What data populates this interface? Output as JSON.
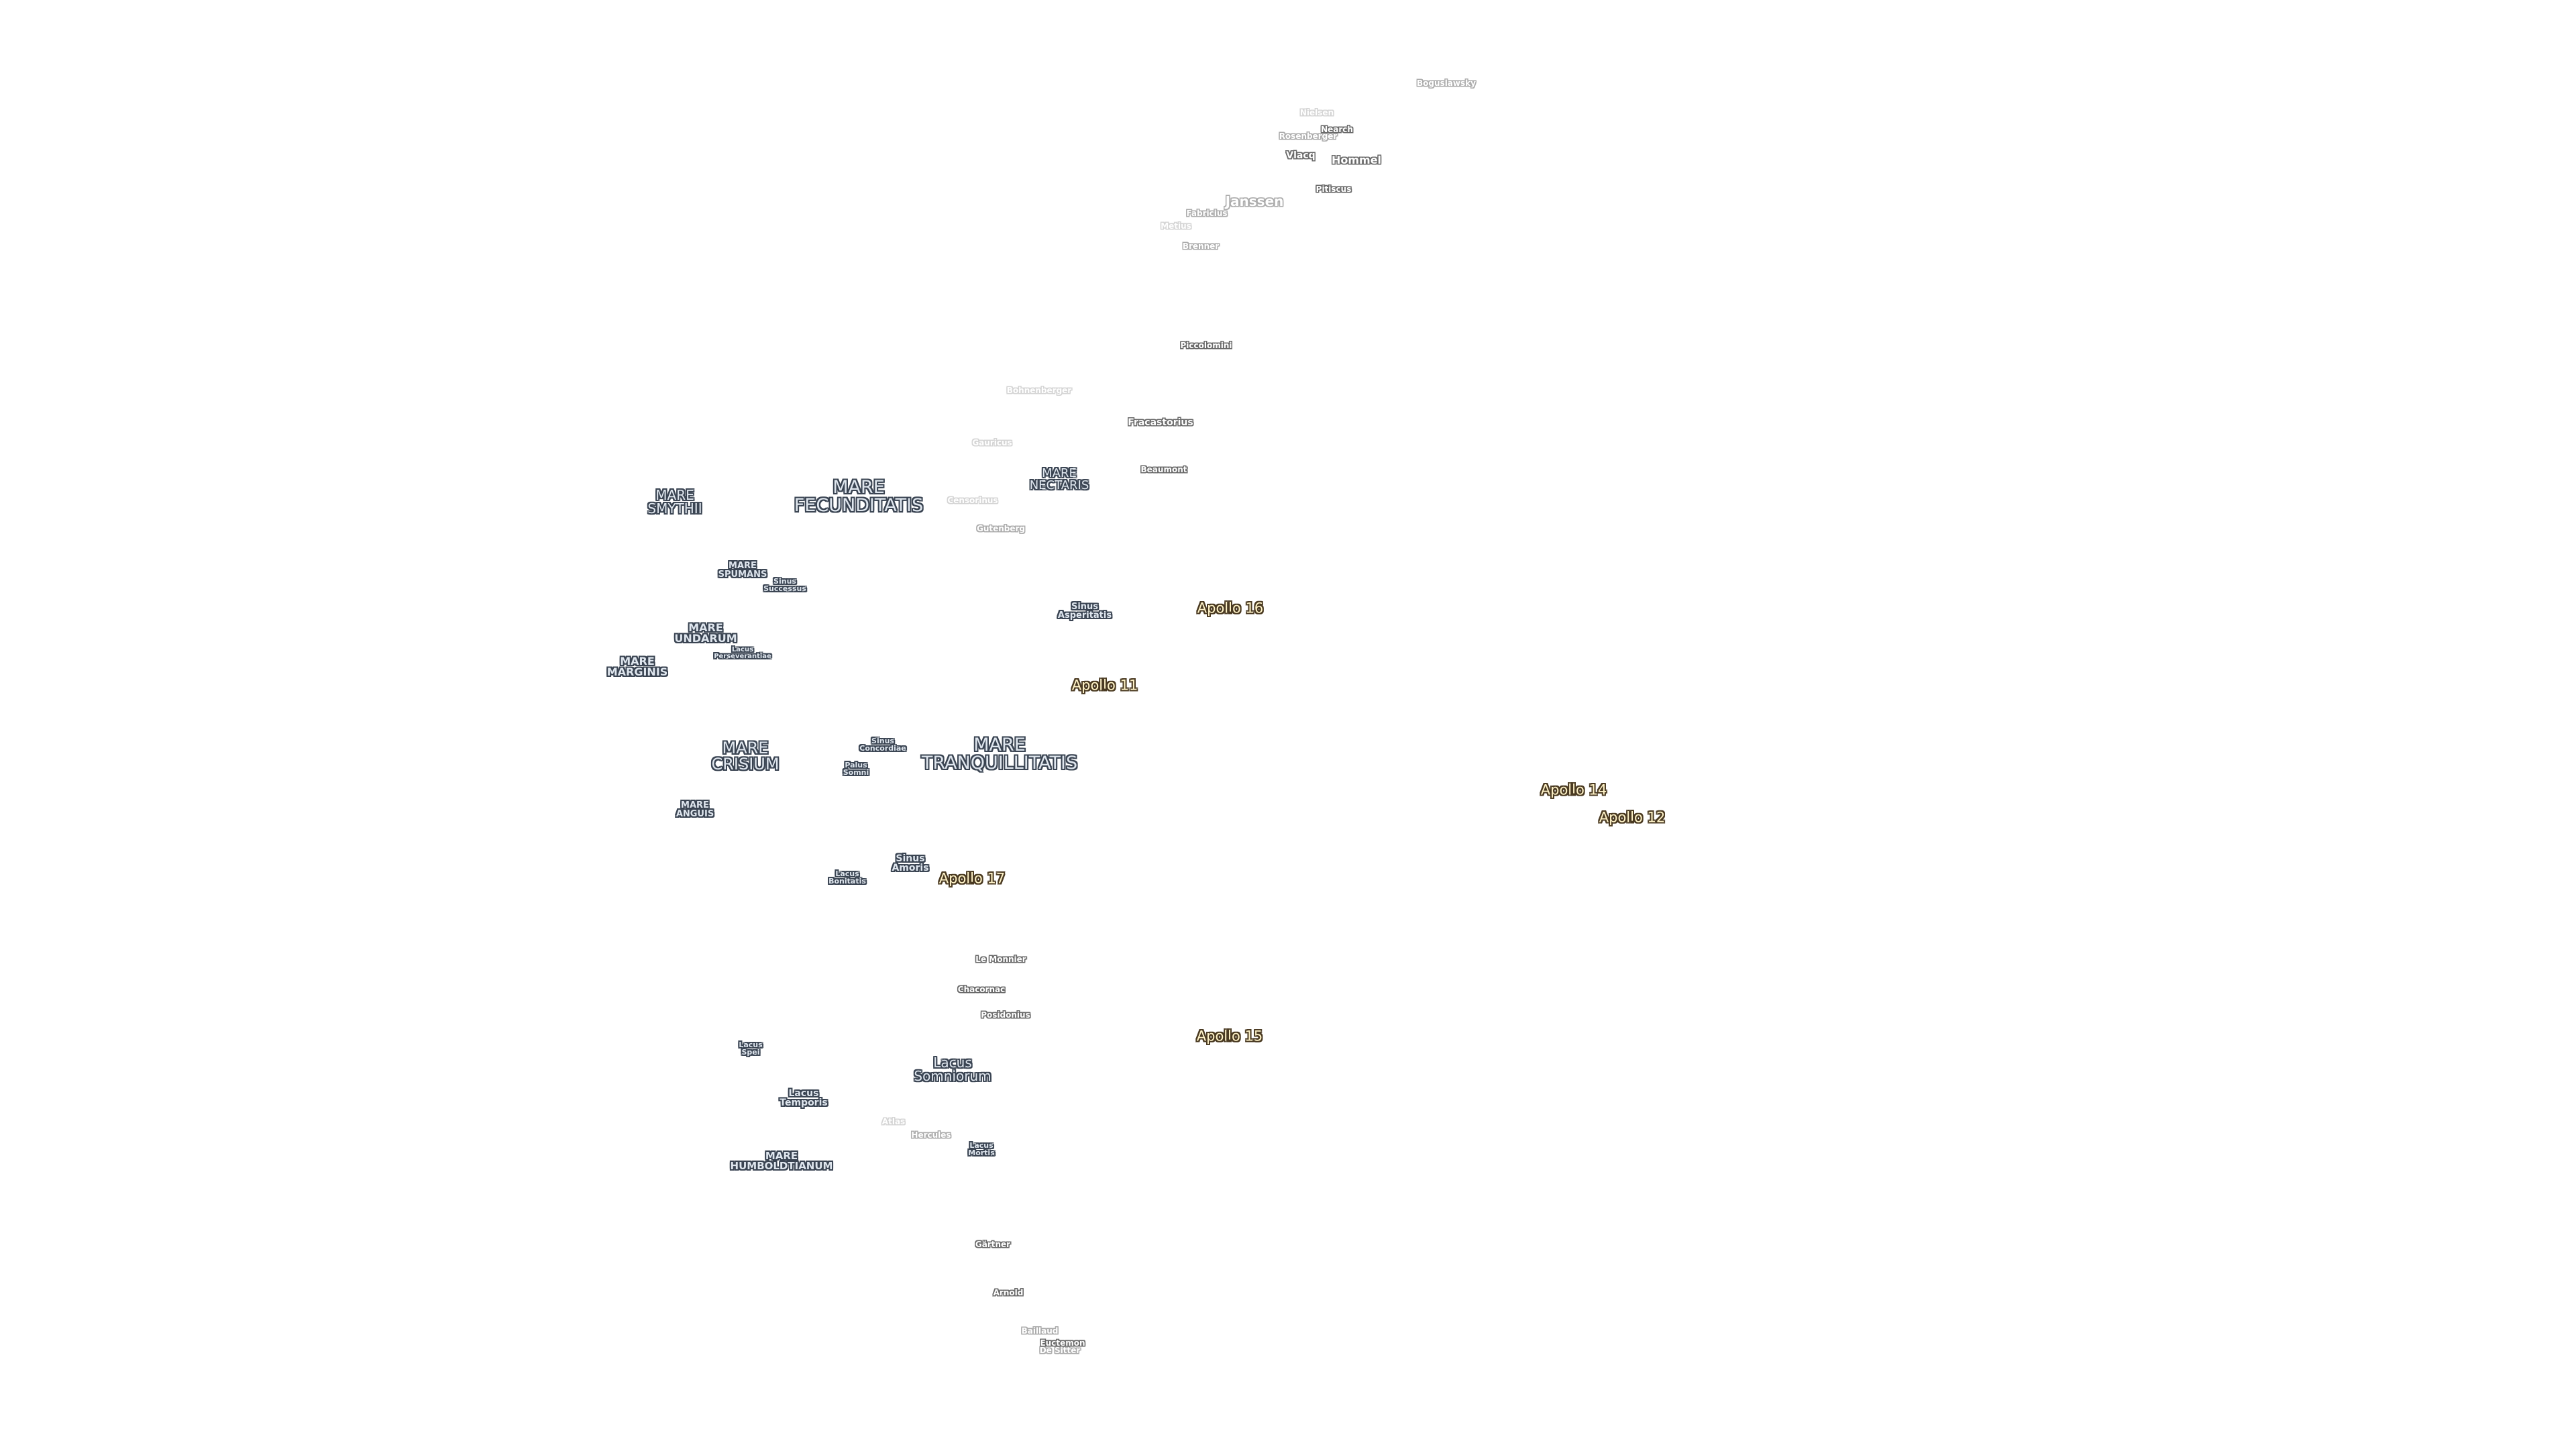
{
  "map": {
    "maria": [
      {
        "id": "mare-fecunditatis",
        "lines": [
          "MARE",
          "FECUNDITATIS"
        ]
      },
      {
        "id": "mare-smythii",
        "lines": [
          "MARE",
          "SMYTHII"
        ]
      },
      {
        "id": "mare-nectaris",
        "lines": [
          "MARE",
          "NECTARIS"
        ]
      },
      {
        "id": "mare-spumans",
        "lines": [
          "MARE",
          "SPUMANS"
        ]
      },
      {
        "id": "sinus-successus",
        "lines": [
          "Sinus",
          "Successus"
        ]
      },
      {
        "id": "mare-undarum",
        "lines": [
          "MARE",
          "UNDARUM"
        ]
      },
      {
        "id": "lacus-perseverantiae",
        "lines": [
          "Lacus",
          "Perseverantiae"
        ]
      },
      {
        "id": "mare-marginis",
        "lines": [
          "MARE",
          "MARGINIS"
        ]
      },
      {
        "id": "sinus-asperitatis",
        "lines": [
          "Sinus",
          "Asperitatis"
        ]
      },
      {
        "id": "mare-crisium",
        "lines": [
          "MARE",
          "CRISIUM"
        ]
      },
      {
        "id": "sinus-concordiae",
        "lines": [
          "Sinus",
          "Concordiae"
        ]
      },
      {
        "id": "palus-somni",
        "lines": [
          "Palus",
          "Somni"
        ]
      },
      {
        "id": "mare-tranquillitatis",
        "lines": [
          "MARE",
          "TRANQUILLITATIS"
        ]
      },
      {
        "id": "mare-anguis",
        "lines": [
          "MARE",
          "ANGUIS"
        ]
      },
      {
        "id": "sinus-amoris",
        "lines": [
          "Sinus",
          "Amoris"
        ]
      },
      {
        "id": "lacus-bonitatis",
        "lines": [
          "Lacus",
          "Bonitatis"
        ]
      },
      {
        "id": "lacus-spei",
        "lines": [
          "Lacus",
          "Spei"
        ]
      },
      {
        "id": "lacus-somniorum",
        "lines": [
          "Lacus",
          "Somniorum"
        ]
      },
      {
        "id": "lacus-temporis",
        "lines": [
          "Lacus",
          "Temporis"
        ]
      },
      {
        "id": "lacus-mortis",
        "lines": [
          "Lacus",
          "Mortis"
        ]
      },
      {
        "id": "mare-humboldtianum",
        "lines": [
          "MARE",
          "HUMBOLDTIANUM"
        ]
      }
    ],
    "craters": [
      {
        "id": "boguslawsky",
        "text": "Boguslawsky"
      },
      {
        "id": "nielsen",
        "text": "Nielsen"
      },
      {
        "id": "rosenberger",
        "text": "Rosenberger"
      },
      {
        "id": "nearch",
        "text": "Nearch"
      },
      {
        "id": "hommel",
        "text": "Hommel"
      },
      {
        "id": "vlacq",
        "text": "Vlacq"
      },
      {
        "id": "pitiscus",
        "text": "Pitiscus"
      },
      {
        "id": "janssen",
        "text": "Janssen"
      },
      {
        "id": "fabricius",
        "text": "Fabricius"
      },
      {
        "id": "metius",
        "text": "Metius"
      },
      {
        "id": "brenner",
        "text": "Brenner"
      },
      {
        "id": "piccolomini",
        "text": "Piccolomini"
      },
      {
        "id": "bohnenberger",
        "text": "Bohnenberger"
      },
      {
        "id": "fracastorius",
        "text": "Fracastorius"
      },
      {
        "id": "beaumont",
        "text": "Beaumont"
      },
      {
        "id": "gutenberg",
        "text": "Gutenberg"
      },
      {
        "id": "gauricus",
        "text": "Gauricus"
      },
      {
        "id": "censorinus",
        "text": "Censorinus"
      },
      {
        "id": "le-monnier",
        "text": "Le Monnier"
      },
      {
        "id": "chacornac",
        "text": "Chacornac"
      },
      {
        "id": "posidonius",
        "text": "Posidonius"
      },
      {
        "id": "atlas",
        "text": "Atlas"
      },
      {
        "id": "hercules",
        "text": "Hercules"
      },
      {
        "id": "gartner",
        "text": "Gärtner"
      },
      {
        "id": "arnold",
        "text": "Arnold"
      },
      {
        "id": "baillaud",
        "text": "Baillaud"
      },
      {
        "id": "euctemon",
        "text": "Euctemon"
      },
      {
        "id": "de-sitter",
        "text": "De Sitter"
      }
    ],
    "apollo_sites": [
      {
        "id": "apollo-16",
        "text": "Apollo 16"
      },
      {
        "id": "apollo-11",
        "text": "Apollo 11"
      },
      {
        "id": "apollo-14",
        "text": "Apollo 14"
      },
      {
        "id": "apollo-12",
        "text": "Apollo 12"
      },
      {
        "id": "apollo-17",
        "text": "Apollo 17"
      },
      {
        "id": "apollo-15",
        "text": "Apollo 15"
      }
    ],
    "colors": {
      "mare_fill": "#dfe6ee",
      "mare_halo": "#3a4452",
      "crater_fill": "#ffffff",
      "crater_halo": "#6a6a6a",
      "apollo_fill": "#fff3c8",
      "apollo_halo": "#4a3a22",
      "background": "#ffffff"
    }
  }
}
